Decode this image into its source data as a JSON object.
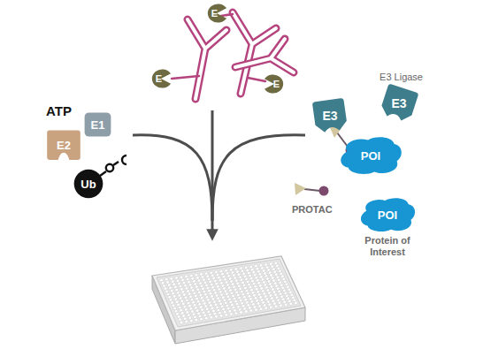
{
  "diagram": {
    "nodes": [
      {
        "text": [
          "E1"
        ]
      },
      {
        "text": [
          "E2"
        ]
      },
      {
        "text": [
          "Ub"
        ]
      },
      {
        "text": [
          "E"
        ]
      },
      {
        "text": [
          "E"
        ]
      },
      {
        "text": [
          "E"
        ]
      },
      {
        "text": [
          "E3 Ligase",
          "E3"
        ]
      },
      {
        "text": [
          "E3"
        ]
      },
      {
        "text": [
          "POI"
        ]
      },
      {
        "text": [
          "POI",
          "Protein of Interest"
        ]
      }
    ],
    "labels": [
      "ATP",
      "PROTAC"
    ]
  }
}
